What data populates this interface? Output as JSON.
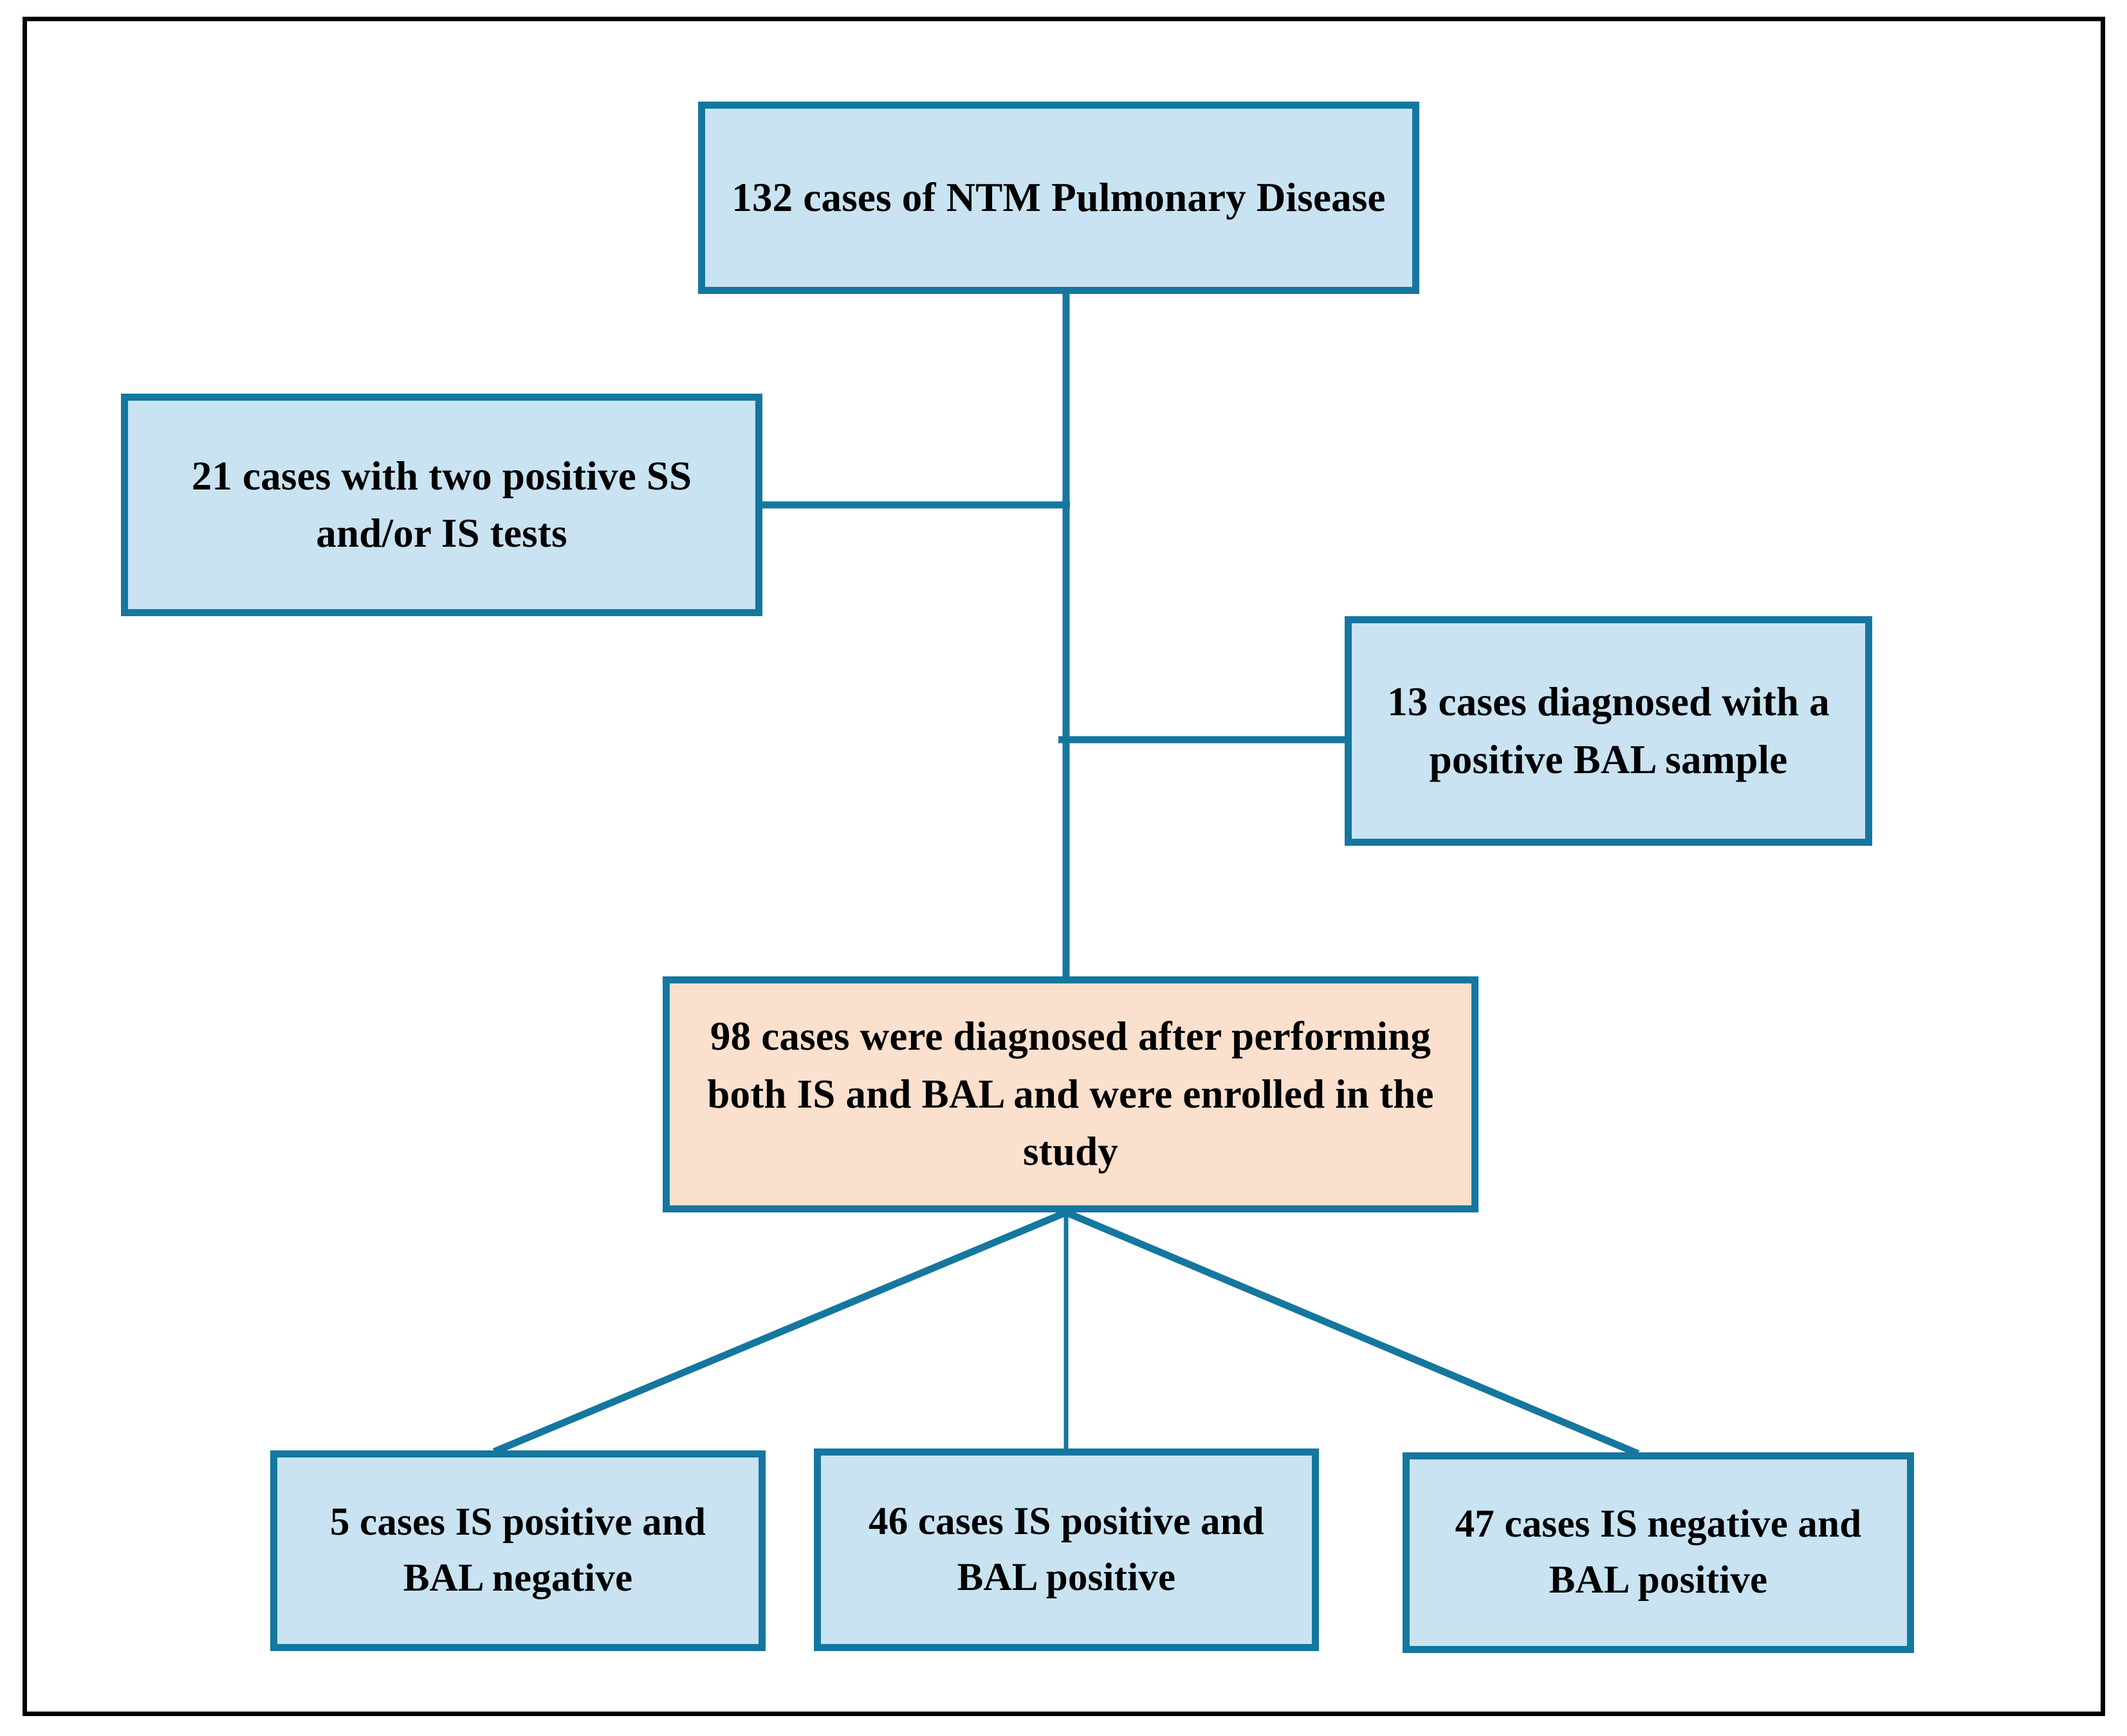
{
  "figure": {
    "type": "flowchart",
    "title": "NTM Pulmonary Disease case selection flow diagram",
    "colors": {
      "box_border": "#15779f",
      "box_fill_blue": "#c9e3f2",
      "box_fill_peach": "#fbe0ce",
      "connector": "#15779f",
      "outer_frame": "#000000",
      "text": "#000000"
    }
  },
  "nodes": {
    "root": {
      "id": "root",
      "label": "132 cases of  NTM Pulmonary Disease",
      "count": 132,
      "fill": "blue"
    },
    "excluded_ss_is": {
      "id": "excluded-ss-is",
      "label": "21 cases with two positive SS and/or IS tests",
      "count": 21,
      "fill": "blue"
    },
    "excluded_bal": {
      "id": "excluded-bal",
      "label": "13 cases diagnosed with a positive BAL sample",
      "count": 13,
      "fill": "blue"
    },
    "enrolled": {
      "id": "enrolled",
      "label": "98 cases were diagnosed after performing both IS and BAL and were enrolled in the study",
      "count": 98,
      "fill": "peach"
    },
    "is_pos_bal_neg": {
      "id": "is-pos-bal-neg",
      "label": "5 cases IS positive and BAL negative",
      "count": 5,
      "fill": "blue"
    },
    "is_pos_bal_pos": {
      "id": "is-pos-bal-pos",
      "label": "46 cases IS positive and BAL positive",
      "count": 46,
      "fill": "blue"
    },
    "is_neg_bal_pos": {
      "id": "is-neg-bal-pos",
      "label": "47  cases IS negative and BAL positive",
      "count": 47,
      "fill": "blue"
    }
  },
  "edges": [
    {
      "from": "root",
      "to": "excluded-ss-is",
      "style": "orthogonal"
    },
    {
      "from": "root",
      "to": "excluded-bal",
      "style": "orthogonal"
    },
    {
      "from": "root",
      "to": "enrolled",
      "style": "straight"
    },
    {
      "from": "enrolled",
      "to": "is-pos-bal-neg",
      "style": "diagonal"
    },
    {
      "from": "enrolled",
      "to": "is-pos-bal-pos",
      "style": "straight"
    },
    {
      "from": "enrolled",
      "to": "is-neg-bal-pos",
      "style": "diagonal"
    }
  ]
}
